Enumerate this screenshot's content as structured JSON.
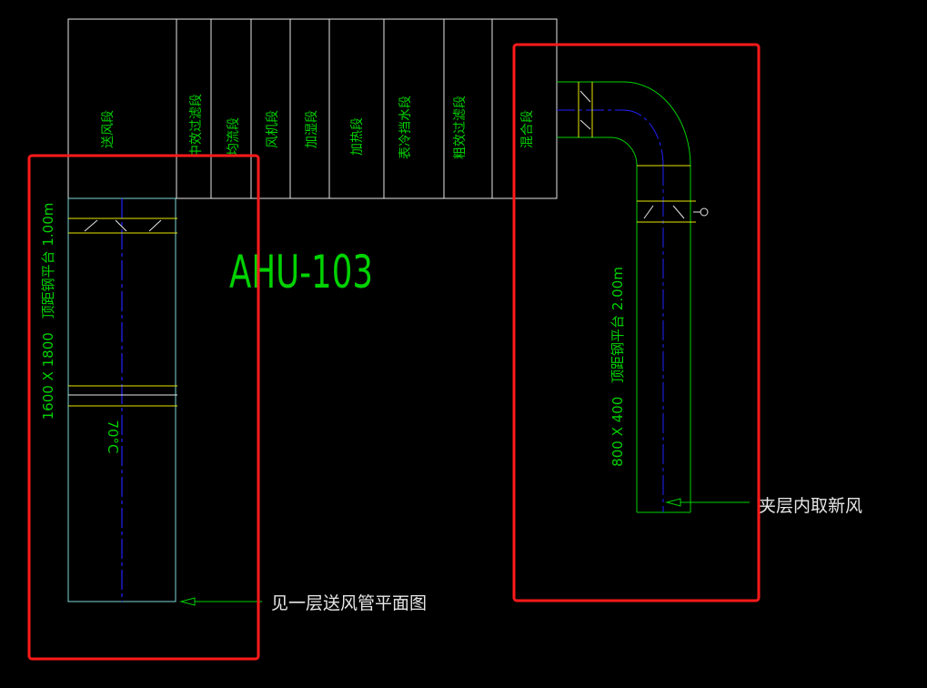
{
  "ahu": {
    "label": "AHU-103",
    "sections": [
      "送风段",
      "中效过滤段",
      "均流段",
      "风机段",
      "加湿段",
      "加热段",
      "表冷挡水段",
      "粗效过滤段",
      "混合段"
    ]
  },
  "left_duct": {
    "size_text": "1600 X 1800",
    "spec_text": "顶距钢平台 1.00m",
    "temp_text": "70°C",
    "callout": "见一层送风管平面图"
  },
  "right_duct": {
    "size_text": "800 X 400",
    "spec_text": "顶距钢平台 2.00m",
    "callout": "夹层内取新风"
  },
  "colors": {
    "background": "#000000",
    "outline_white": "#e6e6e6",
    "text_green": "#00d200",
    "duct_cyan": "#7fd6d6",
    "damper_yellow": "#e6e600",
    "centerline_blue": "#2222ff",
    "highlight_red": "#ff1a1a"
  }
}
